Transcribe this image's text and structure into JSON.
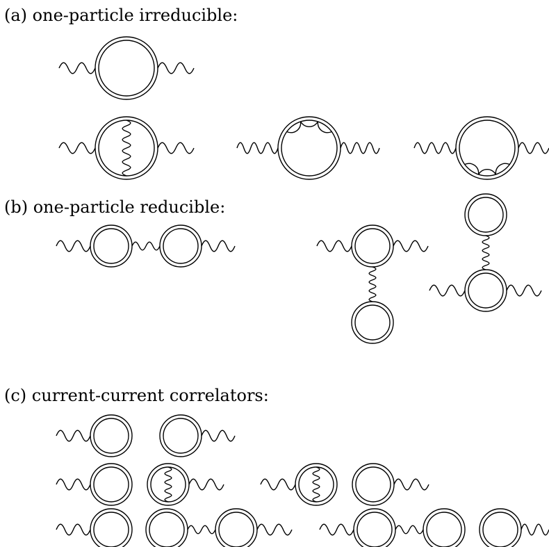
{
  "sections": {
    "a": {
      "label": "(a) one-particle irreducible:"
    },
    "b": {
      "label": "(b) one-particle reducible:"
    },
    "c": {
      "label": "(c) current-current correlators:"
    }
  },
  "colors": {
    "ink": "#000000",
    "background": "#ffffff"
  }
}
